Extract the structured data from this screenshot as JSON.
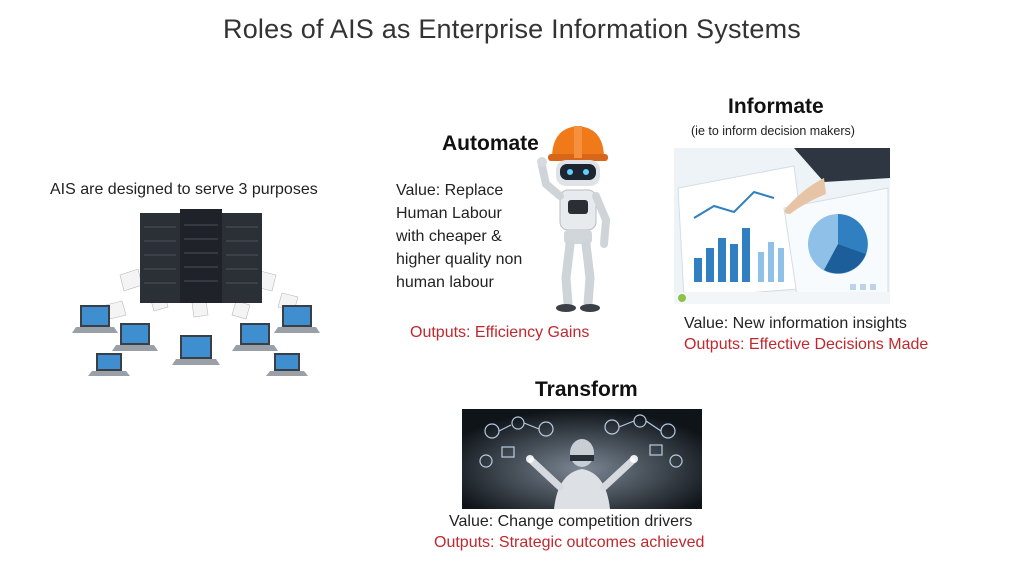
{
  "slide": {
    "title": "Roles of AIS as Enterprise Information Systems",
    "intro": "AIS are designed to serve 3 purposes",
    "automate": {
      "heading": "Automate",
      "value_lines": [
        "Value: Replace",
        "Human Labour",
        "with cheaper &",
        "higher quality non",
        "human labour"
      ],
      "outputs": "Outputs: Efficiency Gains"
    },
    "informate": {
      "heading": "Informate",
      "subheading": "(ie to inform decision makers)",
      "value": "Value: New information insights",
      "outputs": "Outputs: Effective Decisions Made"
    },
    "transform": {
      "heading": "Transform",
      "value": "Value: Change competition drivers",
      "outputs": "Outputs: Strategic outcomes achieved"
    }
  },
  "colors": {
    "output_red": "#c0282d",
    "robot_helmet": "#f07a1a",
    "chart_blue": "#2f7fc1"
  },
  "icons": [
    "server-network-illustration",
    "robot-illustration",
    "business-charts-photo",
    "digital-interface-photo"
  ]
}
